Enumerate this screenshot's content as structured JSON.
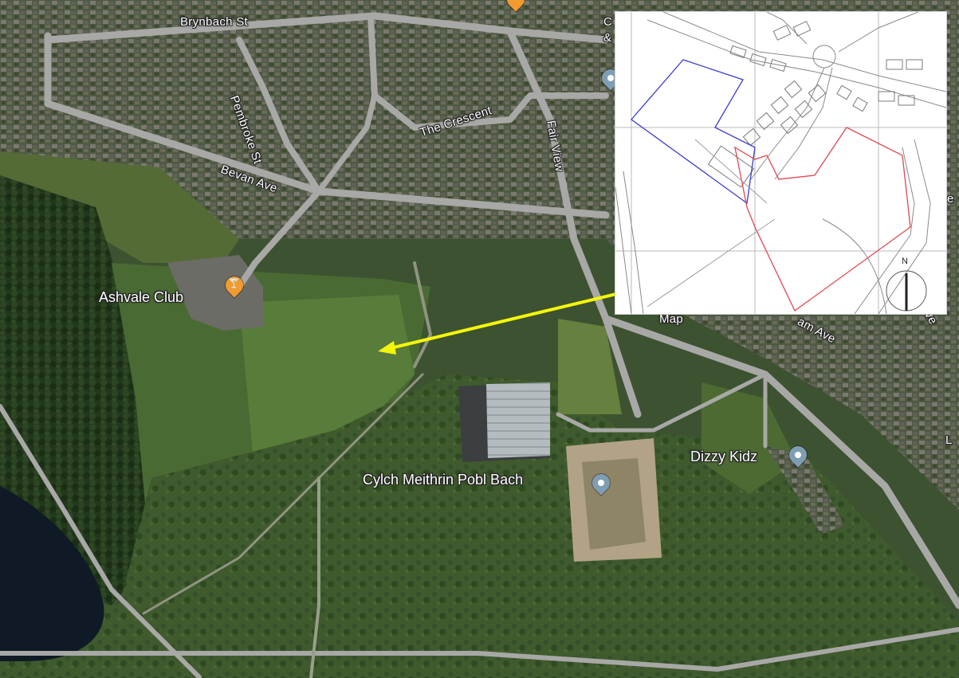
{
  "map": {
    "road_labels": {
      "brynbach": "Brynbach St",
      "pembroke": "Pembroke St",
      "crescent": "The Crescent",
      "bevan": "Bevan Ave",
      "fairview": "Fair View",
      "partial_map": "Map",
      "partial_am_ave": "am Ave",
      "partial_ve": "ve",
      "partial_c": "C",
      "partial_amp": "&",
      "partial_e": "e",
      "partial_l": "L"
    },
    "places": {
      "ashvale": "Ashvale Club",
      "cylch": "Cylch Meithrin Pobl Bach",
      "dizzy": "Dizzy Kidz"
    },
    "icons": {
      "bar": "cocktail-glass-pin-icon",
      "generic": "grey-location-pin-icon"
    }
  },
  "inset": {
    "north_label": "N"
  },
  "colors": {
    "site_boundary_red": "#e0474f",
    "blue_boundary": "#3b3bd1",
    "arrow_yellow": "#f5f50a",
    "pin_orange": "#f09a30",
    "pin_grey": "#7f9db3"
  }
}
